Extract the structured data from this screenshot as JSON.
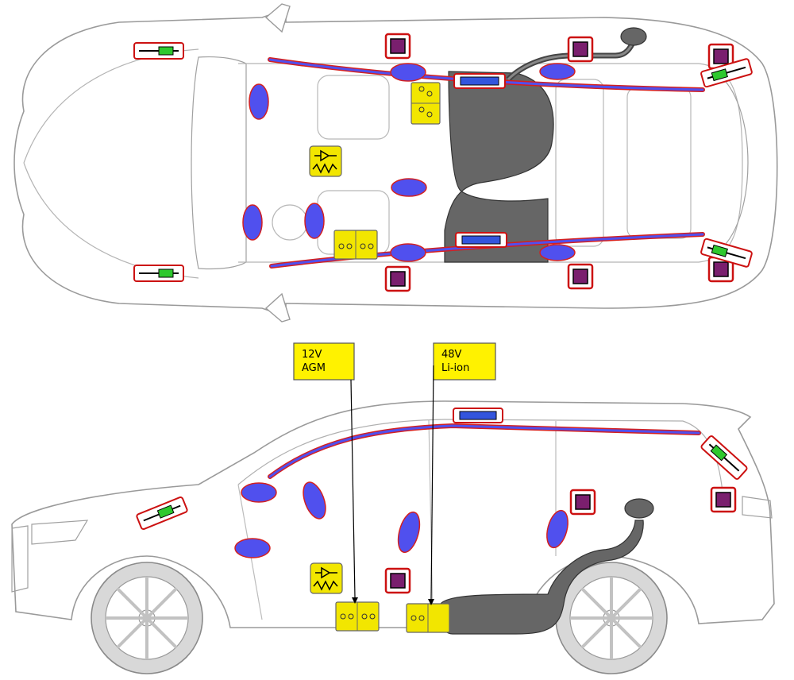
{
  "callouts": {
    "battery_12v": {
      "line1": "12V",
      "line2": "AGM"
    },
    "battery_48v": {
      "line1": "48V",
      "line2": "Li-ion"
    }
  },
  "colors": {
    "airbag": "#5050ee",
    "airbag_outline": "#d42020",
    "curtain_airbag": "#5050ee",
    "sensor_fill": "#7a1f6e",
    "sensor_box": "#cc1111",
    "gas_strut": "#2ec82e",
    "inflator": "#3355dd",
    "fuel_tank": "#666666",
    "battery": "#f2e600",
    "callout_box": "#fff200",
    "body_line": "#9a9a9a"
  },
  "legend_icons": [
    "airbag-icon",
    "curtain-airbag-icon",
    "crash-sensor-icon",
    "gas-strut-icon",
    "inflator-icon",
    "battery-icon",
    "seat-belt-pretensioner-icon",
    "fuel-tank-icon"
  ]
}
